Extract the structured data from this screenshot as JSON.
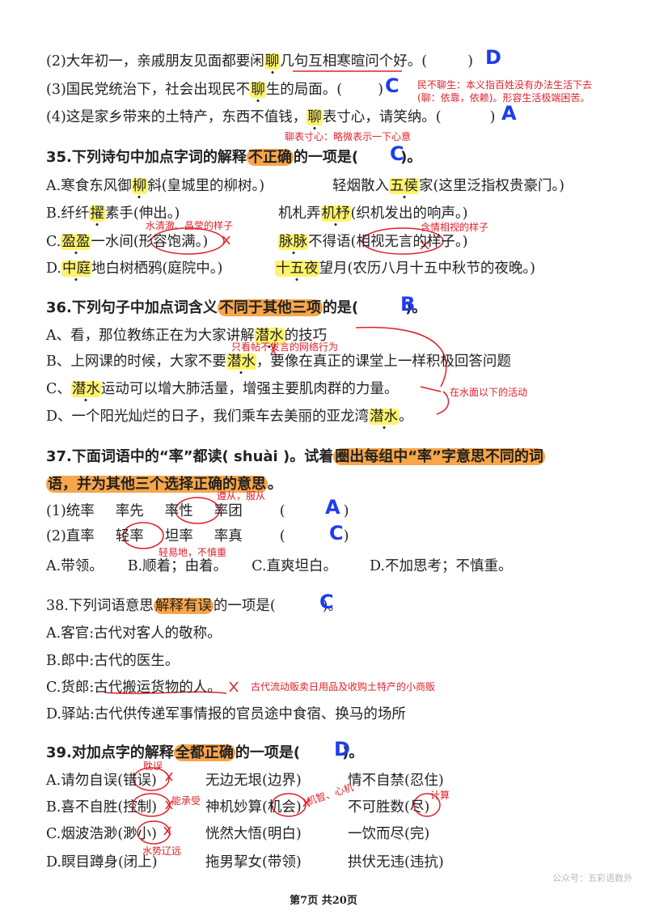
{
  "q34": {
    "l2": {
      "pre": "(2)大年初一，亲戚朋友见面都要闲",
      "hl": "聊",
      "post": "几句互相寒暄问个好。(",
      "close": ")",
      "ans": "D"
    },
    "l3": {
      "pre": "(3)国民党统治下，社会出现民不",
      "hl": "聊",
      "post": "生的局面。(",
      "close": ")",
      "ans": "C"
    },
    "l4": {
      "pre": "(4)这是家乡带来的土特产，东西不值钱，",
      "hl": "聊",
      "post": "表寸心，请笑纳。(",
      "close": ")",
      "ans": "A"
    },
    "note_c1": "民不聊生：本义指百姓没有办法生活下去",
    "note_c2": "(聊：依靠，依赖)。形容生活极端困苦。",
    "note_a": "聊表寸心：略微表示一下心意"
  },
  "q35": {
    "title_pre": "35.下列诗句中加点字词的解释",
    "title_hl": "不正确",
    "title_post": "的一项是(",
    "title_close": ")。",
    "ans": "C",
    "a1_pre": "A.寒食东风御",
    "a1_hl": "柳",
    "a1_post": "斜(皇城里的柳树。)",
    "a2_pre": "轻烟散入",
    "a2_hl": "五侯",
    "a2_post": "家(这里泛指权贵豪门。)",
    "b1_pre": "B.纤纤",
    "b1_hl": "擢",
    "b1_post": "素手(伸出。)",
    "b2_pre": "机札弄",
    "b2_hl": "机杼",
    "b2_post": "(织机发出的响声。)",
    "c1_pre": "C.",
    "c1_hl": "盈盈",
    "c1_post": "一水间(形容饱满。)",
    "c2_hl": "脉脉",
    "c2_post": "不得语(相视无言的样子。)",
    "d1_pre": "D.",
    "d1_hl": "中庭",
    "d1_post": "地白树栖鸦(庭院中。)",
    "d2_hl": "十五夜",
    "d2_post": "望月(农历八月十五中秋节的夜晚。)",
    "note1": "水清澈、晶莹的样子",
    "note2": "含情相视的样子"
  },
  "q36": {
    "title_pre": "36.下列句子中加点词含义",
    "title_hl": "不同于其他三项",
    "title_post": "的是(",
    "title_close": ")。",
    "ans": "B",
    "a_pre": "A、看，那位教练正在为大家讲解",
    "a_hl": "潜水",
    "a_post": "的技巧",
    "b_pre": "B、上网课的时候，大家不要",
    "b_hl": "潜水",
    "b_post": "，要像在真正的课堂上一样积极回答问题",
    "c_pre": "C、",
    "c_hl": "潜水",
    "c_post": "运动可以增大肺活量，增强主要肌肉群的力量。",
    "d_pre": "D、一个阳光灿烂的日子，我们乘车去美丽的亚龙湾",
    "d_hl": "潜水",
    "d_post": "。",
    "note_b": "只看帖不发言的网络行为",
    "note_r": "在水面以下的活动"
  },
  "q37": {
    "title1_pre": "37.下面词语中的“率”都读(  shuài  )。试着",
    "title1_hl": "圈出每组中“率”字意思不同的词",
    "title2_hl": "语，并为其他三个选择正确的意思",
    "title2_post": "。",
    "r1": [
      "(1)统率",
      "率先",
      "率性",
      "率团",
      "(",
      ")"
    ],
    "r1_ans": "A",
    "r2": [
      "(2)直率",
      "轻率",
      "坦率",
      "率真",
      "(",
      ")"
    ],
    "r2_ans": "C",
    "opts": [
      "A.带领。",
      "B.顺着；由着。",
      "C.直爽坦白。",
      "D.不加思考；不慎重。"
    ],
    "note1": "遵从，服从",
    "note2": "轻易地，不慎重"
  },
  "q38": {
    "title_pre": "38.下列词语意思",
    "title_hl": "解释有误",
    "title_post": "的一项是(",
    "title_close": ")。",
    "ans": "C",
    "a": "A.客官:古代对客人的敬称。",
    "b": "B.郎中:古代的医生。",
    "c_pre": "C.货郎:",
    "c_ul": "古代搬运货物的人",
    "c_post": "。",
    "d": "D.驿站:古代供传递军事情报的官员途中食宿、换马的场所",
    "note": "古代流动贩卖日用品及收购土特产的小商贩"
  },
  "q39": {
    "title_pre": "39.对加点字的解释",
    "title_hl": "全都正确",
    "title_post": "的一项是(",
    "title_close": ")。",
    "ans": "D",
    "rows": [
      [
        "A.请勿自误(错误)",
        "无边无垠(边界)",
        "情不自禁(忍住)"
      ],
      [
        "B.喜不自胜(控制)",
        "神机妙算(机会)",
        "不可胜数(尽)"
      ],
      [
        "C.烟波浩渺(渺小)",
        "恍然大悟(明白)",
        "一饮而尽(完)"
      ],
      [
        "D.瞑目蹲身(闭上)",
        "拖男挈女(带领)",
        "拱伏无违(违抗)"
      ]
    ],
    "note_a": "耽误",
    "note_b1": "能承受",
    "note_b2": "机智、心机",
    "note_b3": "计算",
    "note_c": "水势辽远"
  },
  "footer": "第7页 共20页",
  "watermark": "公众号：五彩语数外"
}
